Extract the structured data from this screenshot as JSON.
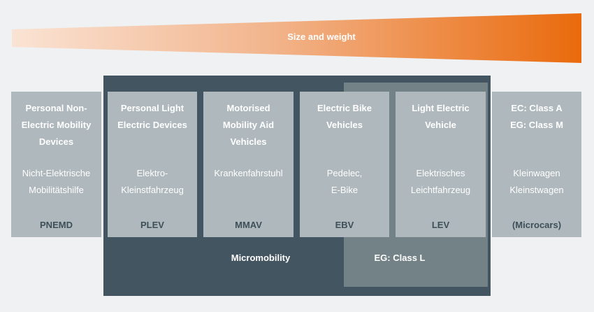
{
  "header": {
    "label": "Size and weight",
    "gradient_start": "#fae3d4",
    "gradient_end": "#ea6a0c"
  },
  "groups": {
    "micromobility": "Micromobility",
    "eg_class_l": "EG: Class L"
  },
  "colors": {
    "card": "#afb8bd",
    "micromobility_bg": "#425560",
    "class_l_bg": "#738287",
    "abbr_text": "#3e4f58"
  },
  "cards": [
    {
      "title": "Personal Non-\nElectric Mobility\nDevices",
      "desc": "Nicht-Elektrische\nMobilitätshilfe",
      "abbr": "PNEMD"
    },
    {
      "title": "Personal Light\nElectric Devices",
      "desc": "Elektro-\nKleinstfahrzeug",
      "abbr": "PLEV"
    },
    {
      "title": "Motorised\nMobility Aid\nVehicles",
      "desc": "Krankenfahrstuhl",
      "abbr": "MMAV"
    },
    {
      "title": "Electric Bike\nVehicles",
      "desc": "Pedelec,\nE-Bike",
      "abbr": "EBV"
    },
    {
      "title": "Light Electric\nVehicle",
      "desc": "Elektrisches\nLeichtfahrzeug",
      "abbr": "LEV"
    },
    {
      "title": "EC: Class A\nEG: Class M",
      "desc": "Kleinwagen\nKleinstwagen",
      "abbr": "(Microcars)"
    }
  ]
}
